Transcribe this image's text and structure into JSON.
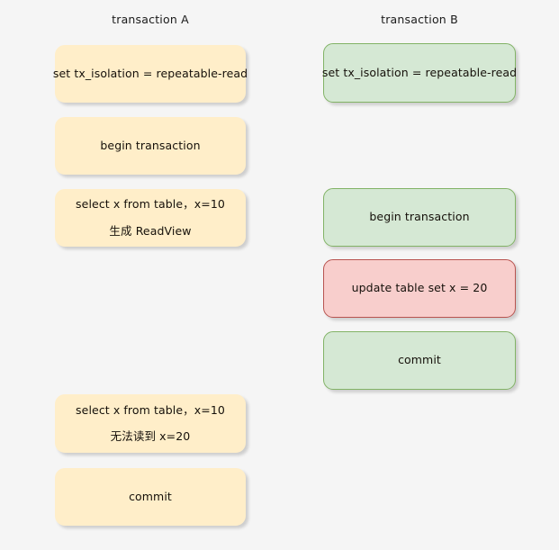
{
  "diagram": {
    "background_color": "#f5f5f5",
    "columns": [
      {
        "id": "transaction-a",
        "title": "transaction A",
        "nodes": [
          {
            "id": "a-node-0",
            "style": "yellow",
            "fill": "#ffeec9",
            "lines": [
              "set tx_isolation = repeatable-read"
            ]
          },
          {
            "id": "a-node-1",
            "style": "yellow",
            "fill": "#ffeec9",
            "lines": [
              "begin transaction"
            ]
          },
          {
            "id": "a-node-2",
            "style": "yellow",
            "fill": "#ffeec9",
            "lines": [
              "select x from table，x=10",
              "生成 ReadView"
            ]
          },
          {
            "id": "a-node-3",
            "style": "yellow",
            "fill": "#ffeec9",
            "lines": [
              "select x from table，x=10",
              "无法读到 x=20"
            ]
          },
          {
            "id": "a-node-4",
            "style": "yellow",
            "fill": "#ffeec9",
            "lines": [
              "commit"
            ]
          }
        ]
      },
      {
        "id": "transaction-b",
        "title": "transaction B",
        "nodes": [
          {
            "id": "b-node-0",
            "style": "green",
            "fill": "#d5e8d4",
            "stroke": "#82b366",
            "lines": [
              "set tx_isolation = repeatable-read"
            ]
          },
          {
            "id": "b-node-1",
            "style": "green",
            "fill": "#d5e8d4",
            "stroke": "#82b366",
            "lines": [
              "begin transaction"
            ]
          },
          {
            "id": "b-node-2",
            "style": "red",
            "fill": "#f8cecc",
            "stroke": "#b85450",
            "lines": [
              "update table set x = 20"
            ]
          },
          {
            "id": "b-node-3",
            "style": "green",
            "fill": "#d5e8d4",
            "stroke": "#82b366",
            "lines": [
              "commit"
            ]
          }
        ]
      }
    ]
  }
}
